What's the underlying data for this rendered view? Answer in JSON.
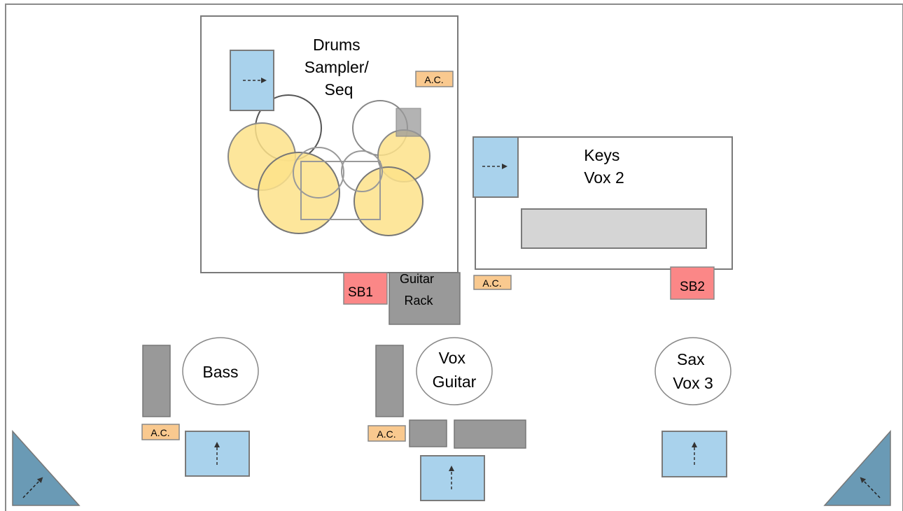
{
  "areas": {
    "drums": {
      "lines": [
        "Drums",
        "Sampler/",
        "Seq"
      ]
    },
    "keys": {
      "lines": [
        "Keys",
        "Vox 2"
      ]
    }
  },
  "musicians": {
    "bass": {
      "lines": [
        "Bass"
      ]
    },
    "vox_guitar": {
      "lines": [
        "Vox",
        "Guitar"
      ]
    },
    "sax": {
      "lines": [
        "Sax",
        "Vox 3"
      ]
    }
  },
  "labels": {
    "guitar_rack": [
      "Guitar",
      "Rack"
    ],
    "sb1": "SB1",
    "sb2": "SB2",
    "ac": "A.C."
  },
  "colors": {
    "monitor_fill": "#a9d2ec",
    "drum_yellow": "#fde28a",
    "amp_grey": "#999999",
    "ac_orange": "#f9c98f",
    "sb_red": "#fb8787",
    "sidefill_blue": "#6a9ab5",
    "keyboard_grey": "#d5d5d5",
    "outline": "#7a7a7a"
  }
}
